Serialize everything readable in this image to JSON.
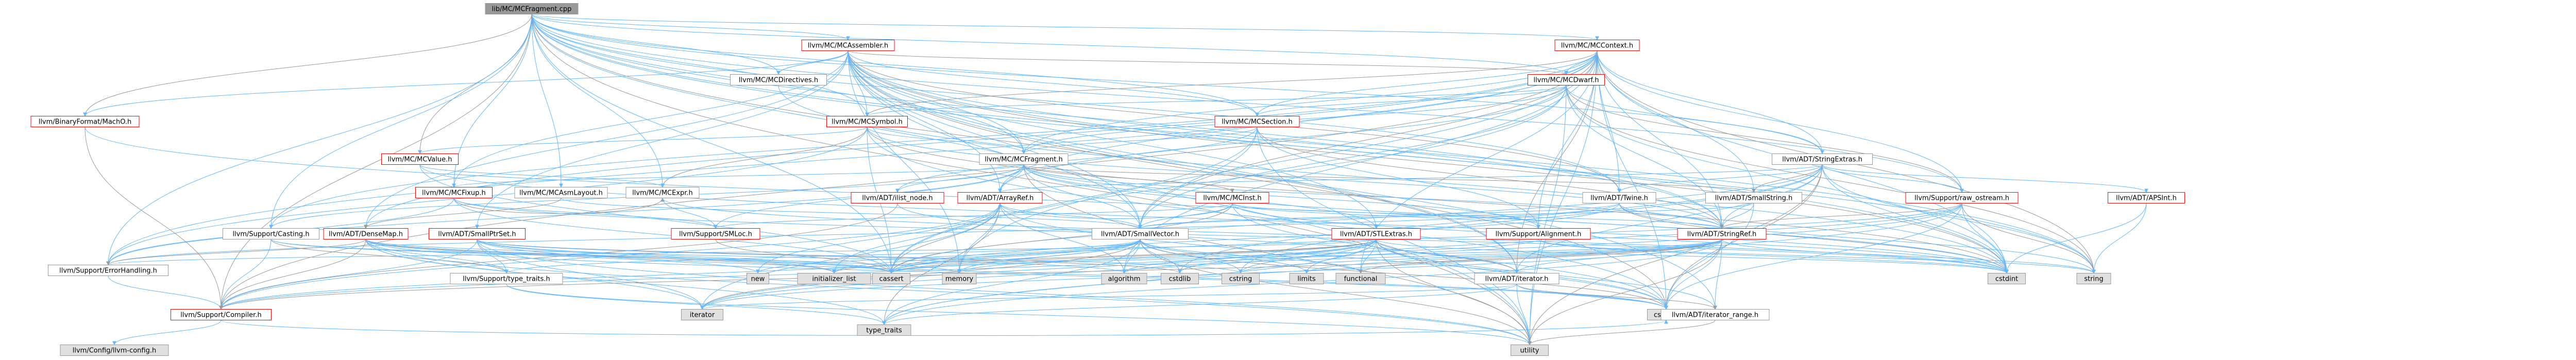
{
  "graph_title": "lib/MC/MCFragment.cpp",
  "colors": {
    "root_fill": "#999999",
    "file_fill": "#ffffff",
    "system_fill": "#e0e0e0",
    "border_red": "#ff0000",
    "border_grey": "#999999",
    "edge_blue": "#63b8ff",
    "edge_grey": "#9a9a9a"
  },
  "nodes": [
    {
      "id": "root",
      "label": "lib/MC/MCFragment.cpp",
      "kind": "root"
    },
    {
      "id": "mccontext",
      "label": "llvm/MC/MCContext.h",
      "kind": "red"
    },
    {
      "id": "mcassembler",
      "label": "llvm/MC/MCAssembler.h",
      "kind": "red"
    },
    {
      "id": "mcdwarf",
      "label": "llvm/MC/MCDwarf.h",
      "kind": "red"
    },
    {
      "id": "mcdirectives",
      "label": "llvm/MC/MCDirectives.h",
      "kind": "plain"
    },
    {
      "id": "machoo",
      "label": "llvm/BinaryFormat/MachO.h",
      "kind": "red"
    },
    {
      "id": "mcsymbol",
      "label": "llvm/MC/MCSymbol.h",
      "kind": "red"
    },
    {
      "id": "mcsection",
      "label": "llvm/MC/MCSection.h",
      "kind": "red"
    },
    {
      "id": "mcfragment",
      "label": "llvm/MC/MCFragment.h",
      "kind": "plain"
    },
    {
      "id": "stringextras",
      "label": "llvm/ADT/StringExtras.h",
      "kind": "plain"
    },
    {
      "id": "mcvalue",
      "label": "llvm/MC/MCValue.h",
      "kind": "red"
    },
    {
      "id": "mcfixup",
      "label": "llvm/MC/MCFixup.h",
      "kind": "red"
    },
    {
      "id": "mcasmlayout",
      "label": "llvm/MC/MCAsmLayout.h",
      "kind": "plain"
    },
    {
      "id": "mcexpr",
      "label": "llvm/MC/MCExpr.h",
      "kind": "plain"
    },
    {
      "id": "ilistnode",
      "label": "llvm/ADT/ilist_node.h",
      "kind": "red"
    },
    {
      "id": "arrayref",
      "label": "llvm/ADT/ArrayRef.h",
      "kind": "red"
    },
    {
      "id": "mcinst",
      "label": "llvm/MC/MCInst.h",
      "kind": "red"
    },
    {
      "id": "stlextras",
      "label": "llvm/ADT/STLExtras.h",
      "kind": "red"
    },
    {
      "id": "twine",
      "label": "llvm/ADT/Twine.h",
      "kind": "plain"
    },
    {
      "id": "smallstring",
      "label": "llvm/ADT/SmallString.h",
      "kind": "plain"
    },
    {
      "id": "rawostream",
      "label": "llvm/Support/raw_ostream.h",
      "kind": "red"
    },
    {
      "id": "apsint",
      "label": "llvm/ADT/APSInt.h",
      "kind": "red"
    },
    {
      "id": "casting",
      "label": "llvm/Support/Casting.h",
      "kind": "plain"
    },
    {
      "id": "densemap",
      "label": "llvm/ADT/DenseMap.h",
      "kind": "red"
    },
    {
      "id": "smallptrset",
      "label": "llvm/ADT/SmallPtrSet.h",
      "kind": "red"
    },
    {
      "id": "smloc",
      "label": "llvm/Support/SMLoc.h",
      "kind": "red"
    },
    {
      "id": "smallvector",
      "label": "llvm/ADT/SmallVector.h",
      "kind": "plain"
    },
    {
      "id": "alignment",
      "label": "llvm/Support/Alignment.h",
      "kind": "red"
    },
    {
      "id": "stringref",
      "label": "llvm/ADT/StringRef.h",
      "kind": "red"
    },
    {
      "id": "errorhandling",
      "label": "llvm/Support/ErrorHandling.h",
      "kind": "plain"
    },
    {
      "id": "typetraits",
      "label": "llvm/Support/type_traits.h",
      "kind": "plain"
    },
    {
      "id": "new",
      "label": "new",
      "kind": "system"
    },
    {
      "id": "initializerlist",
      "label": "initializer_list",
      "kind": "system"
    },
    {
      "id": "cassert",
      "label": "cassert",
      "kind": "system"
    },
    {
      "id": "memory",
      "label": "memory",
      "kind": "system"
    },
    {
      "id": "algorithm",
      "label": "algorithm",
      "kind": "system"
    },
    {
      "id": "cstdlib",
      "label": "cstdlib",
      "kind": "system"
    },
    {
      "id": "cstring",
      "label": "cstring",
      "kind": "system"
    },
    {
      "id": "limits",
      "label": "limits",
      "kind": "system"
    },
    {
      "id": "functional",
      "label": "functional",
      "kind": "system"
    },
    {
      "id": "iterator_adt",
      "label": "llvm/ADT/iterator.h",
      "kind": "plain"
    },
    {
      "id": "cstdint",
      "label": "cstdint",
      "kind": "system"
    },
    {
      "id": "string",
      "label": "string",
      "kind": "system"
    },
    {
      "id": "compiler",
      "label": "llvm/Support/Compiler.h",
      "kind": "red"
    },
    {
      "id": "iterator_std",
      "label": "iterator",
      "kind": "system"
    },
    {
      "id": "typetraits_std",
      "label": "type_traits",
      "kind": "system"
    },
    {
      "id": "cstddef",
      "label": "cstddef",
      "kind": "system"
    },
    {
      "id": "iteratorrange",
      "label": "llvm/ADT/iterator_range.h",
      "kind": "plain"
    },
    {
      "id": "configh",
      "label": "llvm/Config/llvm-config.h",
      "kind": "system"
    },
    {
      "id": "utility",
      "label": "utility",
      "kind": "system"
    }
  ]
}
